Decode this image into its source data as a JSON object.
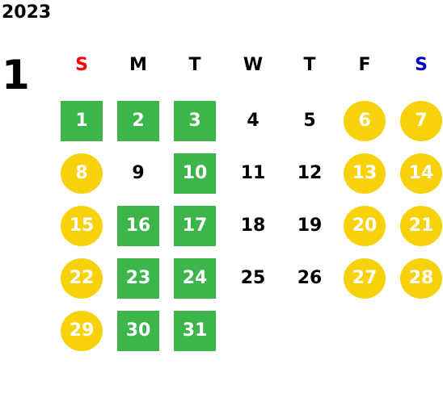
{
  "calendar": {
    "year": "2023",
    "month": "1",
    "colors": {
      "sunday_header": "#ff0000",
      "saturday_header": "#0000cc",
      "weekday_header": "#000000",
      "square_fill": "#3cb54a",
      "circle_fill": "#f7d10a"
    },
    "weekdays": [
      {
        "label": "S",
        "kind": "sunday"
      },
      {
        "label": "M",
        "kind": "weekday"
      },
      {
        "label": "T",
        "kind": "weekday"
      },
      {
        "label": "W",
        "kind": "weekday"
      },
      {
        "label": "T",
        "kind": "weekday"
      },
      {
        "label": "F",
        "kind": "weekday"
      },
      {
        "label": "S",
        "kind": "saturday"
      }
    ],
    "weeks": [
      [
        {
          "day": "1",
          "style": "square"
        },
        {
          "day": "2",
          "style": "square"
        },
        {
          "day": "3",
          "style": "square"
        },
        {
          "day": "4",
          "style": "plain"
        },
        {
          "day": "5",
          "style": "plain"
        },
        {
          "day": "6",
          "style": "circle"
        },
        {
          "day": "7",
          "style": "circle"
        }
      ],
      [
        {
          "day": "8",
          "style": "circle"
        },
        {
          "day": "9",
          "style": "plain"
        },
        {
          "day": "10",
          "style": "square"
        },
        {
          "day": "11",
          "style": "plain"
        },
        {
          "day": "12",
          "style": "plain"
        },
        {
          "day": "13",
          "style": "circle"
        },
        {
          "day": "14",
          "style": "circle"
        }
      ],
      [
        {
          "day": "15",
          "style": "circle"
        },
        {
          "day": "16",
          "style": "square"
        },
        {
          "day": "17",
          "style": "square"
        },
        {
          "day": "18",
          "style": "plain"
        },
        {
          "day": "19",
          "style": "plain"
        },
        {
          "day": "20",
          "style": "circle"
        },
        {
          "day": "21",
          "style": "circle"
        }
      ],
      [
        {
          "day": "22",
          "style": "circle"
        },
        {
          "day": "23",
          "style": "square"
        },
        {
          "day": "24",
          "style": "square"
        },
        {
          "day": "25",
          "style": "plain"
        },
        {
          "day": "26",
          "style": "plain"
        },
        {
          "day": "27",
          "style": "circle"
        },
        {
          "day": "28",
          "style": "circle"
        }
      ],
      [
        {
          "day": "29",
          "style": "circle"
        },
        {
          "day": "30",
          "style": "square"
        },
        {
          "day": "31",
          "style": "square"
        }
      ]
    ]
  }
}
